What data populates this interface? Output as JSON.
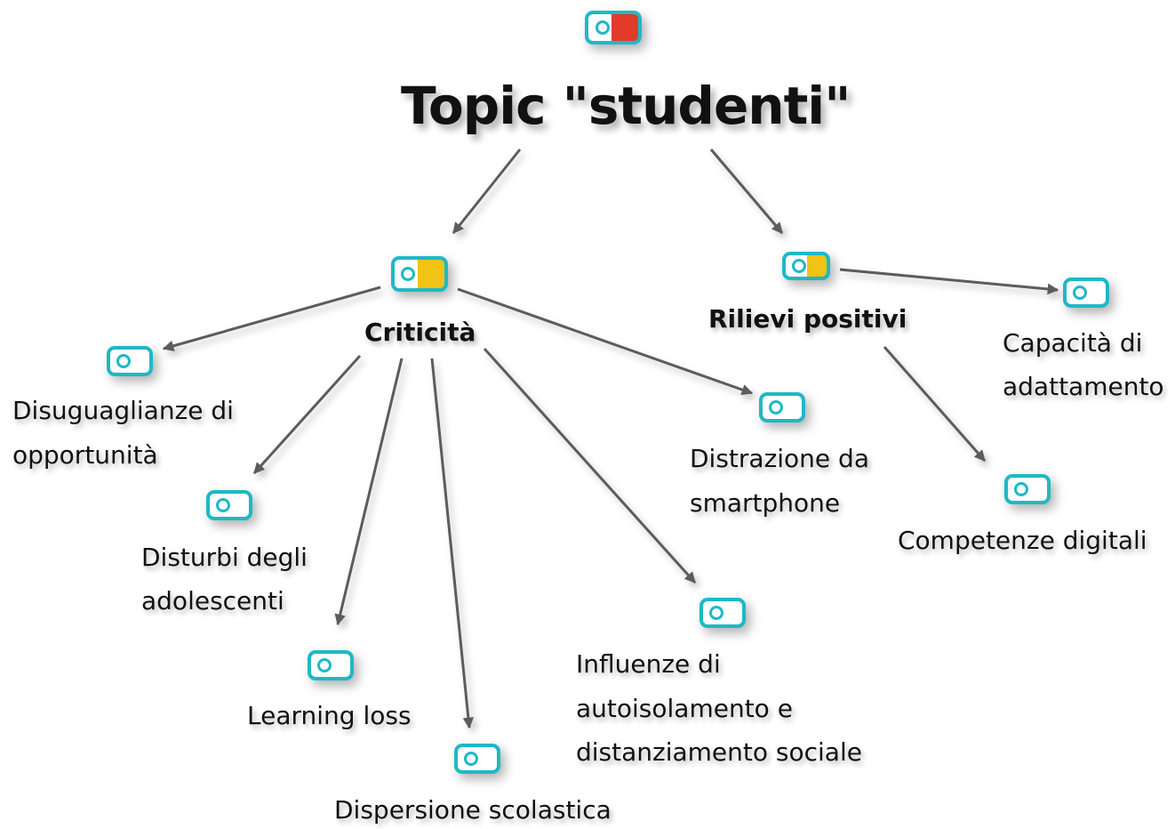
{
  "colors": {
    "root_fill": "#e23b2a",
    "mid_fill": "#f0c315",
    "leaf_border": "#1fb8c6",
    "edge": "#5c5c5c"
  },
  "root": {
    "title": "Topic \"studenti\""
  },
  "branches": {
    "criticita": {
      "label": "Criticità",
      "children": [
        {
          "line1": "Disuguaglianze di",
          "line2": "opportunità"
        },
        {
          "line1": "Disturbi degli",
          "line2": "adolescenti"
        },
        {
          "line1": "Learning loss"
        },
        {
          "line1": "Dispersione scolastica"
        },
        {
          "line1": "Influenze di",
          "line2": "autoisolamento e",
          "line3": "distanziamento sociale"
        },
        {
          "line1": "Distrazione da",
          "line2": "smartphone"
        }
      ]
    },
    "rilievi": {
      "label": "Rilievi positivi",
      "children": [
        {
          "line1": "Capacità di",
          "line2": "adattamento"
        },
        {
          "line1": "Competenze digitali"
        }
      ]
    }
  }
}
